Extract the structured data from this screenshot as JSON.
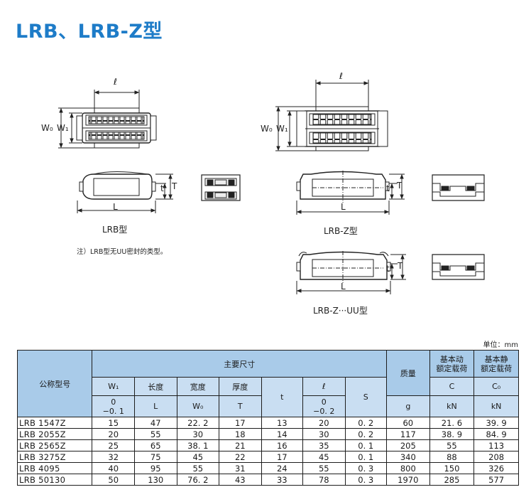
{
  "title": "LRB、LRB-Z型",
  "drawings": {
    "dim_l": "ℓ",
    "dim_W0": "W₀",
    "dim_W1": "W₁",
    "dim_t": "t",
    "dim_T": "T",
    "dim_L": "L",
    "caption_lrb": "LRB型",
    "caption_lrbz": "LRB-Z型",
    "caption_lrbzuu": "LRB-Z···UU型",
    "note": "注）LRB型无UU密封的类型。"
  },
  "unit": "单位：mm",
  "table": {
    "header": {
      "model": "公称型号",
      "main_dims": "主要尺寸",
      "mass": "质量",
      "dyn_rating": [
        "基本动",
        "额定载荷"
      ],
      "static_rating": [
        "基本静",
        "额定载荷"
      ],
      "W1": "W₁",
      "W1_tol": [
        "0",
        "−0. 1"
      ],
      "length": "长度",
      "length_sym": "L",
      "width": "宽度",
      "width_sym": "W₀",
      "thickness": "厚度",
      "thickness_sym": "T",
      "t": "t",
      "l": "ℓ",
      "l_tol": [
        "0",
        "−0. 2"
      ],
      "S": "S",
      "mass_unit": "g",
      "C": "C",
      "C_unit": "kN",
      "C0": "C₀",
      "C0_unit": "kN"
    },
    "rows": [
      [
        "LRB 1547Z",
        "15",
        "47",
        "22. 2",
        "17",
        "13",
        "20",
        "0. 2",
        "60",
        "21. 6",
        "39. 9"
      ],
      [
        "LRB 2055Z",
        "20",
        "55",
        "30",
        "18",
        "14",
        "30",
        "0. 2",
        "117",
        "38. 9",
        "84. 9"
      ],
      [
        "LRB 2565Z",
        "25",
        "65",
        "38. 1",
        "21",
        "16",
        "35",
        "0. 1",
        "205",
        "55",
        "113"
      ],
      [
        "LRB 3275Z",
        "32",
        "75",
        "45",
        "22",
        "17",
        "45",
        "0. 1",
        "340",
        "88",
        "208"
      ],
      [
        "LRB 4095",
        "40",
        "95",
        "55",
        "31",
        "24",
        "55",
        "0. 3",
        "800",
        "150",
        "326"
      ],
      [
        "LRB 50130",
        "50",
        "130",
        "76. 2",
        "43",
        "33",
        "78",
        "0. 3",
        "1970",
        "285",
        "577"
      ]
    ]
  }
}
